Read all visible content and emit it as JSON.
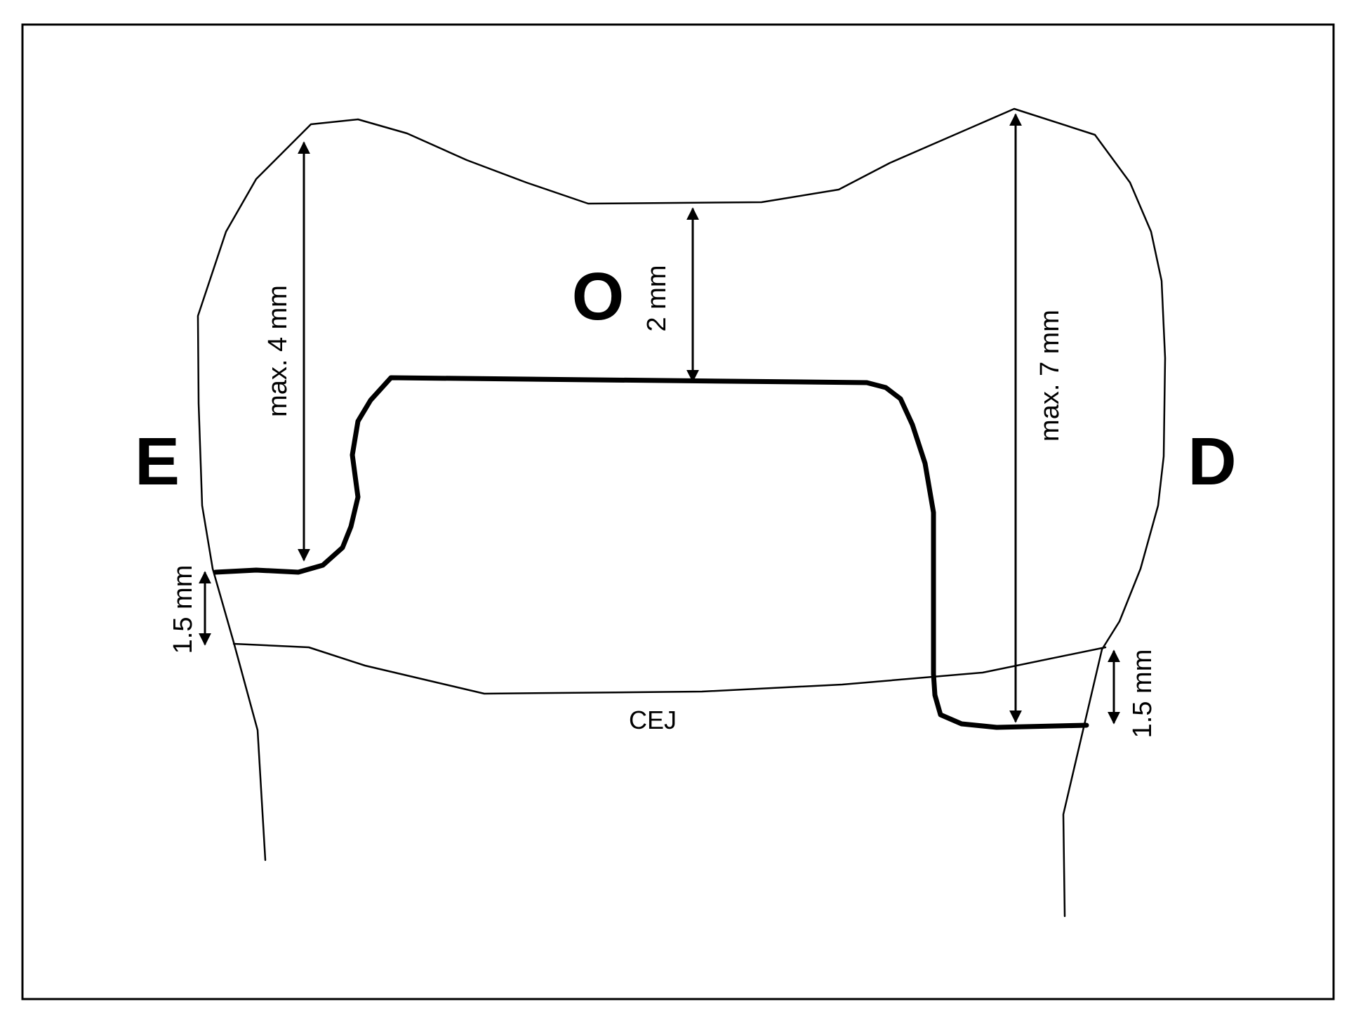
{
  "labels": {
    "occlusal": "O",
    "left_surface": "E",
    "right_surface": "D",
    "cej": "CEJ"
  },
  "dimensions": {
    "left_height": "max.  4 mm",
    "occlusal_depth": "2 mm",
    "right_height": "max.  7 mm",
    "left_margin": "1.5 mm",
    "right_margin": "1.5 mm"
  }
}
